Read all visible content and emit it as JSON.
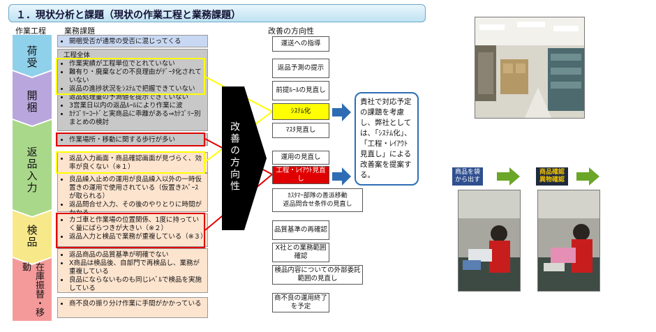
{
  "title": "１．現状分析と課題（現状の作業工程と業務課題）",
  "headers": {
    "process": "作業工程",
    "issues": "業務課題",
    "improve": "改善の方向性"
  },
  "stages": [
    {
      "label": "荷受"
    },
    {
      "label": "開梱"
    },
    {
      "label": "返品入力"
    },
    {
      "label": "検品"
    },
    {
      "label": "在庫振替・移動"
    }
  ],
  "issues": [
    {
      "items": [
        "開梱受否が通常の受否に混じってくる"
      ]
    },
    {
      "heading": "工程全体",
      "items": [
        "作業実績が工程単位でとれていない",
        "難有り・廃棄などの不良理由がﾃﾞｰﾀ化されていない",
        "返品の進捗状況をｼｽﾃﾑで把握できていない",
        "返品処理量の予測値を提示できていない",
        "3営業日以内の返品ﾙｰﾙにより作業に波",
        "ｶﾃｺﾞﾘｰｺｰﾄﾞと実商品に乖離がある⇒ｶﾃｺﾞﾘｰ別まとめの検討"
      ]
    },
    {
      "items": [
        "作業場所・移動に関する歩行が多い"
      ]
    },
    {
      "items": [
        "返品入力画面・商品確認画面が見づらく、効率が良くない（※１）"
      ]
    },
    {
      "items": [
        "良品繰入止めの運用が良品繰入以外の一時仮置きの運用で使用されている（仮置きｽﾍﾟｰｽが取られる）",
        "返品問合せ入力、その後のやりとりに時間がかかる"
      ]
    },
    {
      "items": [
        "カゴ車と作業場の位置関係、1度に持っていく量にばらつきが大きい（※２）",
        "返品入力と検品で業務が重複している（※３）"
      ]
    },
    {
      "items": [
        "返品商品の品質基準が明確でない",
        "X商品は検品後、自部門で再検品し、業務が重複している",
        "良品にならないものも同じﾚﾍﾞﾙで検品を実施している"
      ]
    },
    {
      "items": [
        "商不良の振り分け作業に手間がかかっている"
      ]
    }
  ],
  "arrow_label": "改善の方向性",
  "improvements": [
    {
      "label": "運送への指導"
    },
    {
      "label": "返品予測の提示"
    },
    {
      "label": "前提ﾙｰﾙの見直し"
    },
    {
      "label": "ｼｽﾃﾑ化"
    },
    {
      "label": "ﾏｽﾀ見直し"
    },
    {
      "label": "運用の見直し"
    },
    {
      "label": "工程・ﾚｲｱｳﾄ見直し"
    },
    {
      "label": "ｶｽﾀﾏｰ部隊の善派移動\n返品問合せ条件の見直し"
    },
    {
      "label": "品質基準の再確認"
    },
    {
      "label": "X社との業務範囲確認"
    },
    {
      "label": "検品内容についての外部委託範囲の見直し"
    },
    {
      "label": "商不良の運用終了を予定"
    }
  ],
  "proposal": "貴社で対応予定の課題を考慮し、弊社としては、「ｼｽﾃﾑ化」、「工程・ﾚｲｱｳﾄ見直し」による改善案を提案する。",
  "photo_labels": {
    "step1": "商品を袋から出す",
    "step2": "商品確認異物確認"
  },
  "colors": {
    "yellow": "#ffff00",
    "red": "#e00000",
    "blue_arrow": "#2e6db4",
    "green_arrow": "#6aa628"
  }
}
